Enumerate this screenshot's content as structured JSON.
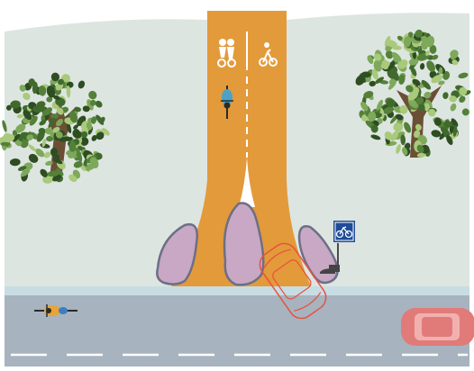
{
  "colors": {
    "ground": "#dde5e1",
    "path": "#e39a3a",
    "path_marking": "#ffffff",
    "island": "#c8a8c4",
    "island_edge": "#6d6f86",
    "curb": "#c8dde3",
    "road": "#a7b3bf",
    "lane_marking": "#ffffff",
    "sign_blue": "#1f4c97",
    "car_parked": "#e07b79",
    "car_outline": "#e8513f",
    "tree_dark": "#2e4d22",
    "tree_mid": "#54803a",
    "tree_light": "#a9c97b",
    "trunk": "#6b4f35"
  },
  "icons": {
    "path_symbol_left": "pedestrian-bicycle-pictogram",
    "path_symbol_right": "bicycle-pictogram",
    "sign": "bicycle-route-sign",
    "cyclist_on_path": "cyclist-icon",
    "cyclist_on_road": "cyclist-icon",
    "turning_car": "car-outline-icon",
    "parked_car": "car-icon"
  }
}
